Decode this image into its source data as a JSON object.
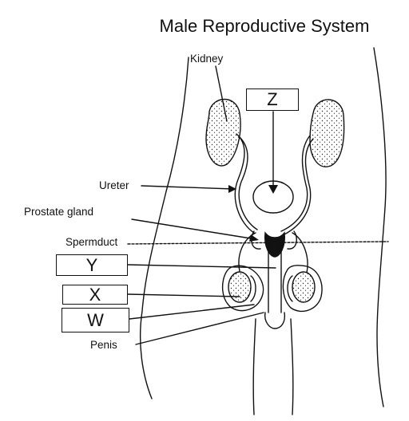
{
  "title": "Male Reproductive System",
  "labels": {
    "kidney": "Kidney",
    "ureter": "Ureter",
    "prostate_gland": "Prostate gland",
    "spermduct": "Spermduct",
    "penis": "Penis"
  },
  "answer_boxes": {
    "z": "Z",
    "y": "Y",
    "x": "X",
    "w": "W"
  }
}
